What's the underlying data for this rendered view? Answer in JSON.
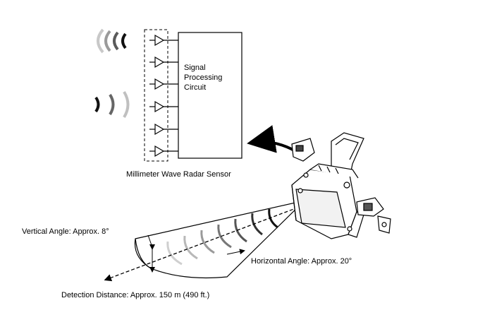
{
  "signal_block": {
    "line1": "Signal",
    "line2": "Processing",
    "line3": "Circuit"
  },
  "labels": {
    "sensor": "Millimeter Wave Radar Sensor",
    "vertical_angle": "Vertical Angle: Approx. 8°",
    "horizontal_angle": "Horizontal Angle: Approx. 20°",
    "detection_distance": "Detection Distance: Approx. 150 m (490 ft.)"
  },
  "icons": [
    "antenna-triangle-icon",
    "radio-wave-outgoing-icon",
    "radio-wave-incoming-icon",
    "radar-sensor-unit-illustration",
    "curved-arrow-icon"
  ]
}
